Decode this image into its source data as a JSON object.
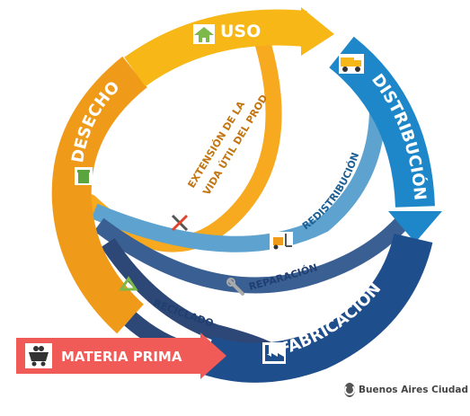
{
  "colors": {
    "uso": "#f6b717",
    "desecho": "#f09a1a",
    "distribucion": "#1e87c9",
    "fabricacion": "#1f4e8c",
    "materia_prima": "#f05a57",
    "inner_extension": "#f7a91f",
    "inner_redistribucion": "#5ea3cf",
    "inner_reparacion": "#3a5f93",
    "inner_reciclado": "#2d4777"
  },
  "cycle": {
    "uso": "USO",
    "distribucion": "DISTRIBUCIÓN",
    "fabricacion": "FABRICACIÓN",
    "desecho": "DESECHO"
  },
  "loops": {
    "extension_line1": "EXTENSIÓN DE LA",
    "extension_line2": "VIDA ÚTIL DEL PRODUCTO",
    "redistribucion": "REDISTRIBUCIÓN",
    "reparacion": "REPARACIÓN",
    "reciclado": "RECICLADO"
  },
  "input": {
    "materia_prima": "MATERIA PRIMA"
  },
  "brand": {
    "name": "Buenos Aires Ciudad"
  },
  "icons": [
    "house-icon",
    "truck-icon",
    "factory-icon",
    "trash-bin-icon",
    "tools-icon",
    "forklift-icon",
    "wrench-icon",
    "recycle-icon",
    "mine-cart-icon",
    "buenos-aires-logo-icon"
  ]
}
